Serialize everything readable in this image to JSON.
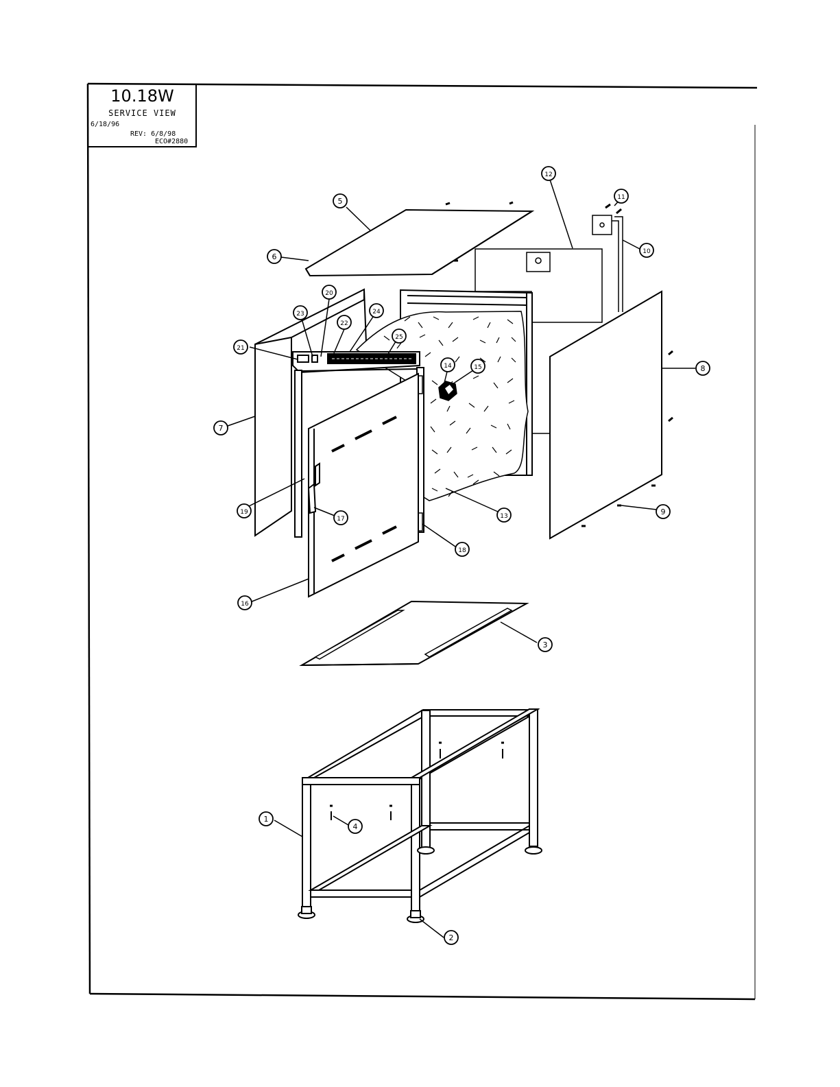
{
  "title_block": {
    "model": "10.18W",
    "view": "SERVICE VIEW",
    "date": "6/18/96",
    "rev": "REV: 6/8/98",
    "eco": "ECO#2880"
  },
  "callouts": [
    "1",
    "2",
    "3",
    "4",
    "5",
    "6",
    "7",
    "8",
    "9",
    "10",
    "11",
    "12",
    "13",
    "14",
    "15",
    "16",
    "17",
    "18",
    "19",
    "20",
    "21",
    "22",
    "23",
    "24",
    "25"
  ],
  "colors": {
    "ink": "#000000",
    "paper": "#ffffff"
  }
}
